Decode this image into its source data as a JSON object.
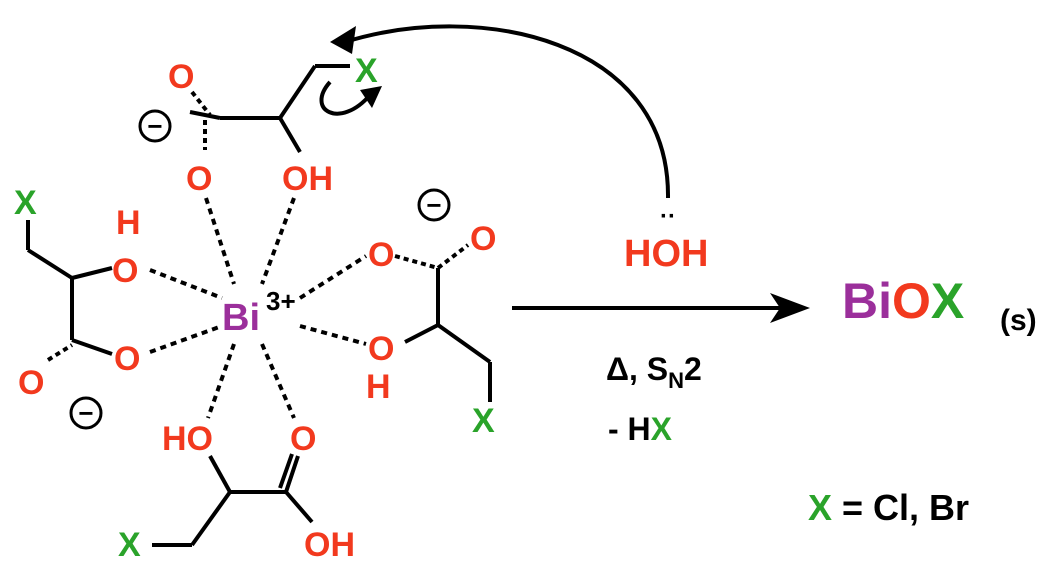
{
  "colors": {
    "oxygen": "#f2391e",
    "halogen": "#2aa32a",
    "bismuth": "#9b2f9b",
    "bond": "#000000"
  },
  "atoms": {
    "o": "O",
    "oh": "OH",
    "ho": "HO",
    "h": "H",
    "x": "X",
    "minus": "−"
  },
  "center": {
    "metal": "Bi",
    "charge": "3+"
  },
  "water": {
    "lone_pair": "··",
    "label": "HOH"
  },
  "reaction": {
    "condition_delta_sn": "Δ, S",
    "condition_sub": "N",
    "condition_tail": "2",
    "elimination_prefix": "- H",
    "elimination_halogen": "X"
  },
  "product": {
    "bi": "Bi",
    "o": "O",
    "x": "X",
    "state": "(s)"
  },
  "legend": {
    "x": "X",
    "definition": " = Cl, Br"
  }
}
